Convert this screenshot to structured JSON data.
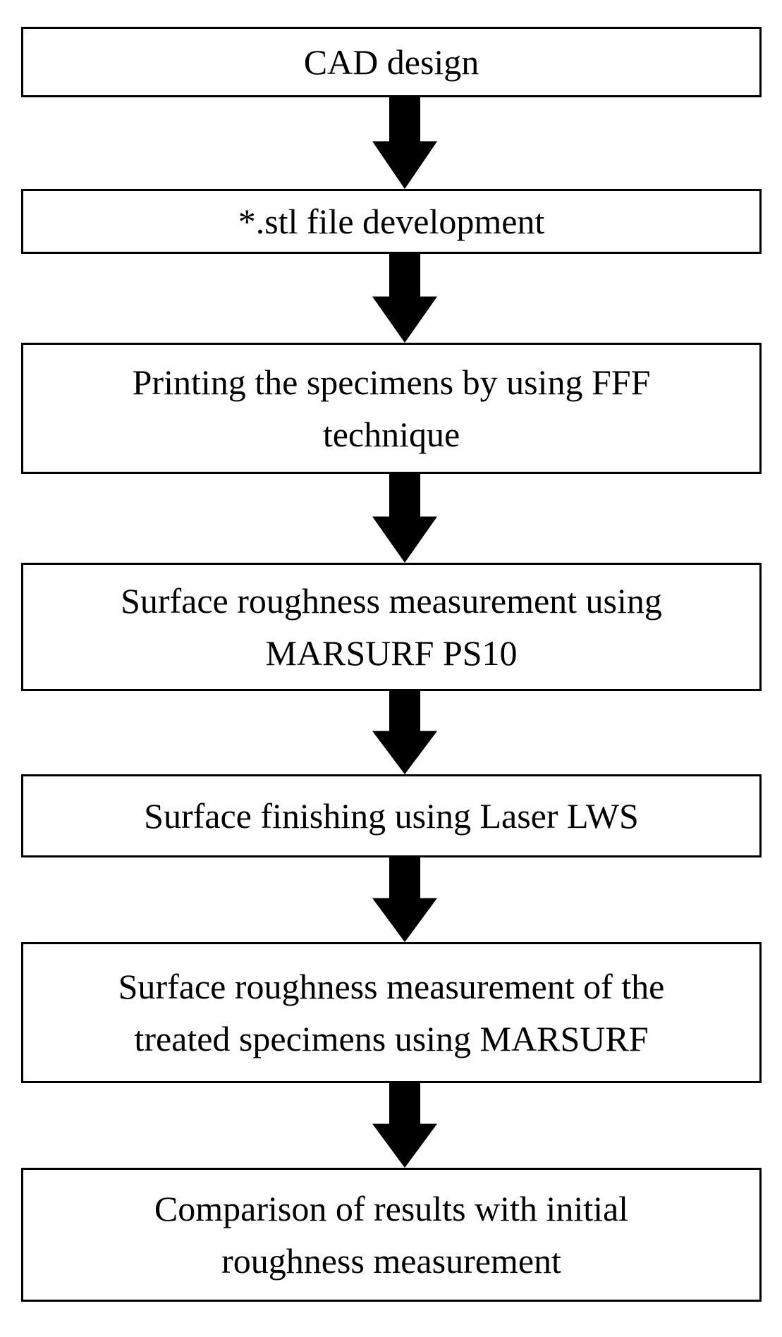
{
  "flowchart": {
    "steps": [
      {
        "id": "cad-design",
        "lines": [
          "CAD design"
        ]
      },
      {
        "id": "stl-file",
        "lines": [
          "*.stl file development"
        ]
      },
      {
        "id": "printing",
        "lines": [
          "Printing the specimens by using FFF",
          "technique"
        ]
      },
      {
        "id": "roughness-measurement",
        "lines": [
          "Surface roughness measurement using",
          "MARSURF PS10"
        ]
      },
      {
        "id": "laser-finishing",
        "lines": [
          "Surface finishing using Laser LWS"
        ]
      },
      {
        "id": "treated-measurement",
        "lines": [
          "Surface roughness measurement of the",
          "treated specimens using MARSURF"
        ]
      },
      {
        "id": "comparison",
        "lines": [
          "Comparison of results with initial",
          "roughness measurement"
        ]
      }
    ],
    "colors": {
      "box_border": "#000000",
      "box_fill": "#ffffff",
      "arrow": "#000000",
      "text": "#000000"
    }
  }
}
